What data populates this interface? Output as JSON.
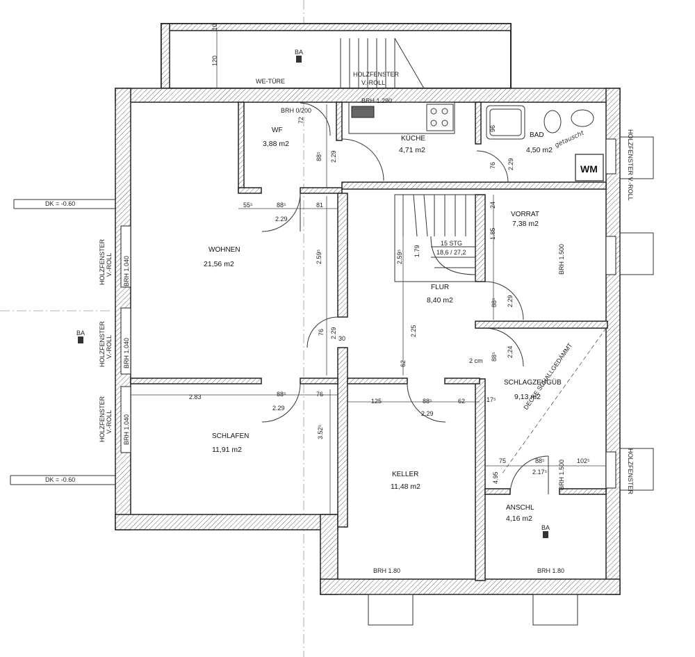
{
  "rooms": {
    "wohnen": {
      "name": "WOHNEN",
      "area": "21,56 m2"
    },
    "wf": {
      "name": "WF",
      "area": "3,88 m2"
    },
    "kuche": {
      "name": "KÜCHE",
      "area": "4,71 m2"
    },
    "bad": {
      "name": "BAD",
      "area": "4,50 m2"
    },
    "vorrat": {
      "name": "VORRAT",
      "area": "7,38 m2"
    },
    "flur": {
      "name": "FLUR",
      "area": "8,40 m2"
    },
    "schlafen": {
      "name": "SCHLAFEN",
      "area": "11,91 m2"
    },
    "keller": {
      "name": "KELLER",
      "area": "11,48 m2"
    },
    "schlagzeug": {
      "name": "SCHLAGZEUGÜB",
      "area": "9,13 m2"
    },
    "anschl": {
      "name": "ANSCHL",
      "area": "4,16 m2"
    }
  },
  "labels": {
    "we_ture": "WE-TÜRE",
    "holzfenster": "HOLZFENSTER",
    "v_roll": "V.-ROLL",
    "brh_200": "BRH  0/200",
    "brh_1290": "BRH  1.290",
    "brh_1500_a": "BRH  1.500",
    "brh_1500_b": "BRH  1.500",
    "brh_1040_a": "BRH  1.040",
    "brh_1040_b": "BRH  1.040",
    "brh_1040_c": "BRH  1.040",
    "brh_180_a": "BRH  1.80",
    "brh_180_b": "BRH  1.80",
    "dk_left_a": "DK  =  -0.60",
    "dk_left_b": "DK  =  -0.60",
    "wm": "WM",
    "stg": "15  STG",
    "stg2": "18,6 / 27,2",
    "ba": "BA",
    "getauscht": "getauscht",
    "decke": "DECKE SCHALLGEDÄMMT",
    "hv_roll": "HOLZFENSTER V.-ROLL"
  },
  "dims": {
    "d120": "120",
    "d10": "10",
    "d72": "72",
    "d96": "96",
    "d885a": "88⁵",
    "d229a": "2.29",
    "d55": "55⁵",
    "d885b": "88⁵",
    "d81": "81",
    "d229b": "2.29",
    "d2595a": "2.59⁵",
    "d2595b": "2.59⁵",
    "d76a": "76",
    "d229c": "2.29",
    "d24": "24",
    "d185": "1.85",
    "d179": "1.79",
    "d885c": "88⁵",
    "d229d": "2.29",
    "d76b": "76",
    "d229e": "2.29",
    "d30": "30",
    "d225": "2.25",
    "d62a": "62",
    "d885d": "88⁵",
    "d224": "2.24",
    "d283": "2.83",
    "d885e": "88⁵",
    "d76c": "76",
    "d229f": "2.29",
    "d3525": "3.52⁵",
    "d125": "125",
    "d885f": "88⁵",
    "d62b": "62",
    "d229g": "2.29",
    "d175": "17⁵",
    "d75": "75",
    "d885g": "88⁵",
    "d1025": "102⁵",
    "d2175": "2.17⁵",
    "d495": "4.95",
    "d2cm": "2 cm"
  }
}
